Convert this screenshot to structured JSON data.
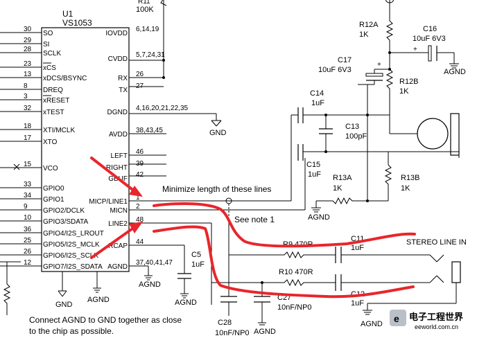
{
  "chip": {
    "ref": "U1",
    "part": "VS1053",
    "left_pins": [
      {
        "num": "30",
        "name": "SO"
      },
      {
        "num": "29",
        "name": "SI"
      },
      {
        "num": "28",
        "name": "SCLK"
      },
      {
        "num": "23",
        "name": "xCS"
      },
      {
        "num": "13",
        "name": "xDCS/BSYNC"
      },
      {
        "num": "8",
        "name": "DREQ"
      },
      {
        "num": "3",
        "name": "xRESET"
      },
      {
        "num": "32",
        "name": "xTEST"
      },
      {
        "num": "18",
        "name": "XTI/MCLK"
      },
      {
        "num": "17",
        "name": "XTO"
      },
      {
        "num": "15",
        "name": "VCO"
      },
      {
        "num": "33",
        "name": "GPIO0"
      },
      {
        "num": "34",
        "name": "GPIO1"
      },
      {
        "num": "9",
        "name": "GPIO2/DCLK"
      },
      {
        "num": "10",
        "name": "GPIO3/SDATA"
      },
      {
        "num": "36",
        "name": "GPIO4/I2S_LROUT"
      },
      {
        "num": "25",
        "name": "GPIO5/I2S_MCLK"
      },
      {
        "num": "26",
        "name": "GPIO6/I2S_SCLK"
      },
      {
        "num": "12",
        "name": "GPIO7/I2S_SDATA"
      }
    ],
    "right_pins": [
      {
        "name": "IOVDD",
        "num": "6,14,19"
      },
      {
        "name": "CVDD",
        "num": "5,7,24,31"
      },
      {
        "name": "RX",
        "num": "26"
      },
      {
        "name": "TX",
        "num": "27"
      },
      {
        "name": "DGND",
        "num": "4,16,20,21,22,35"
      },
      {
        "name": "AVDD",
        "num": "38,43,45"
      },
      {
        "name": "LEFT",
        "num": "46"
      },
      {
        "name": "RIGHT",
        "num": "39"
      },
      {
        "name": "GBUF",
        "num": "42"
      },
      {
        "name": "MICP/LINE1",
        "num": "1"
      },
      {
        "name": "MICN",
        "num": "2"
      },
      {
        "name": "LINE2",
        "num": "48"
      },
      {
        "name": "RCAP",
        "num": "44"
      },
      {
        "name": "AGND",
        "num": "37,40,41,47"
      }
    ]
  },
  "components": {
    "r11": "100K",
    "r12a": {
      "ref": "R12A",
      "val": "1K"
    },
    "r12b": {
      "ref": "R12B",
      "val": "1K"
    },
    "r13a": {
      "ref": "R13A",
      "val": "1K"
    },
    "r13b": {
      "ref": "R13B",
      "val": "1K"
    },
    "r9": "R9  470R",
    "r10": "R10  470R",
    "c16": {
      "ref": "C16",
      "val": "10uF  6V3"
    },
    "c17": {
      "ref": "C17",
      "val": "10uF  6V3"
    },
    "c14": {
      "ref": "C14",
      "val": "1uF"
    },
    "c13": {
      "ref": "C13",
      "val": "100pF"
    },
    "c15": {
      "ref": "C15",
      "val": "1uF"
    },
    "c5": {
      "ref": "C5",
      "val": "1uF"
    },
    "c11": {
      "ref": "C11",
      "val": "1uF"
    },
    "c12": {
      "ref": "C12",
      "val": "1uF"
    },
    "c27": {
      "ref": "C27",
      "val": "10nF/NP0"
    },
    "c28": {
      "ref": "C28",
      "val": "10nF/NP0"
    }
  },
  "grounds": {
    "gnd": "GND",
    "agnd": "AGND"
  },
  "notes": {
    "minimize": "Minimize length of these lines",
    "see_note": "See note 1",
    "stereo": "STEREO LINE IN",
    "connect": "Connect AGND to GND together as close",
    "connect2": "to the chip as possible."
  },
  "watermark": {
    "cn": "电子工程世界",
    "en": "eeworld.com.cn"
  },
  "colors": {
    "highlight": "#e8262b",
    "line": "#000000",
    "watermark": "#9aa3ad"
  }
}
